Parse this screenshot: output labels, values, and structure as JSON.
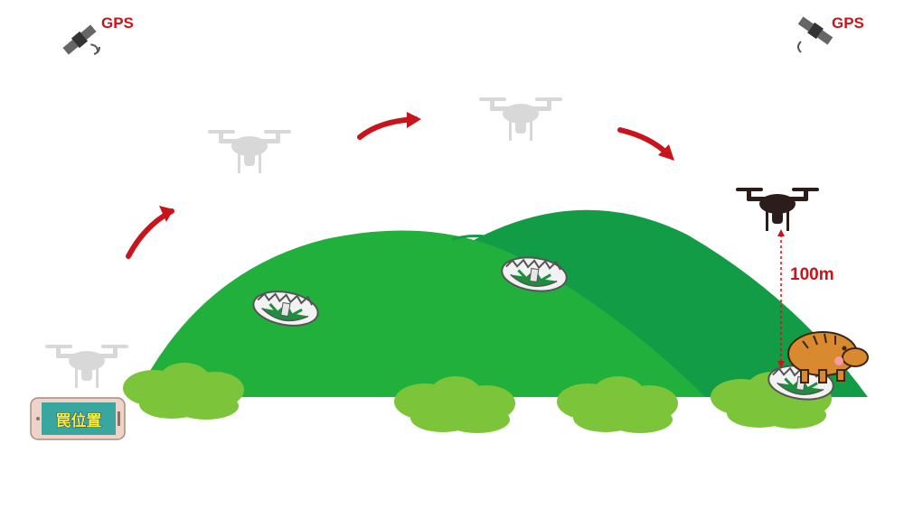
{
  "gps": {
    "left_label": "GPS",
    "right_label": "GPS"
  },
  "distance": {
    "label": "100m"
  },
  "phone": {
    "screen_text": "罠位置"
  },
  "colors": {
    "hill_back": "#139c46",
    "hill_front": "#22b03c",
    "bush": "#7cc43a",
    "arrow": "#c8141a",
    "drone_ghost": "#d8d8d8",
    "drone_active": "#2a1d1a",
    "boar": "#d98a2e"
  },
  "icons": {
    "satellite": "satellite-icon",
    "drone": "drone-icon",
    "trap": "trap-icon",
    "boar": "boar-icon",
    "phone": "smartphone-icon"
  }
}
